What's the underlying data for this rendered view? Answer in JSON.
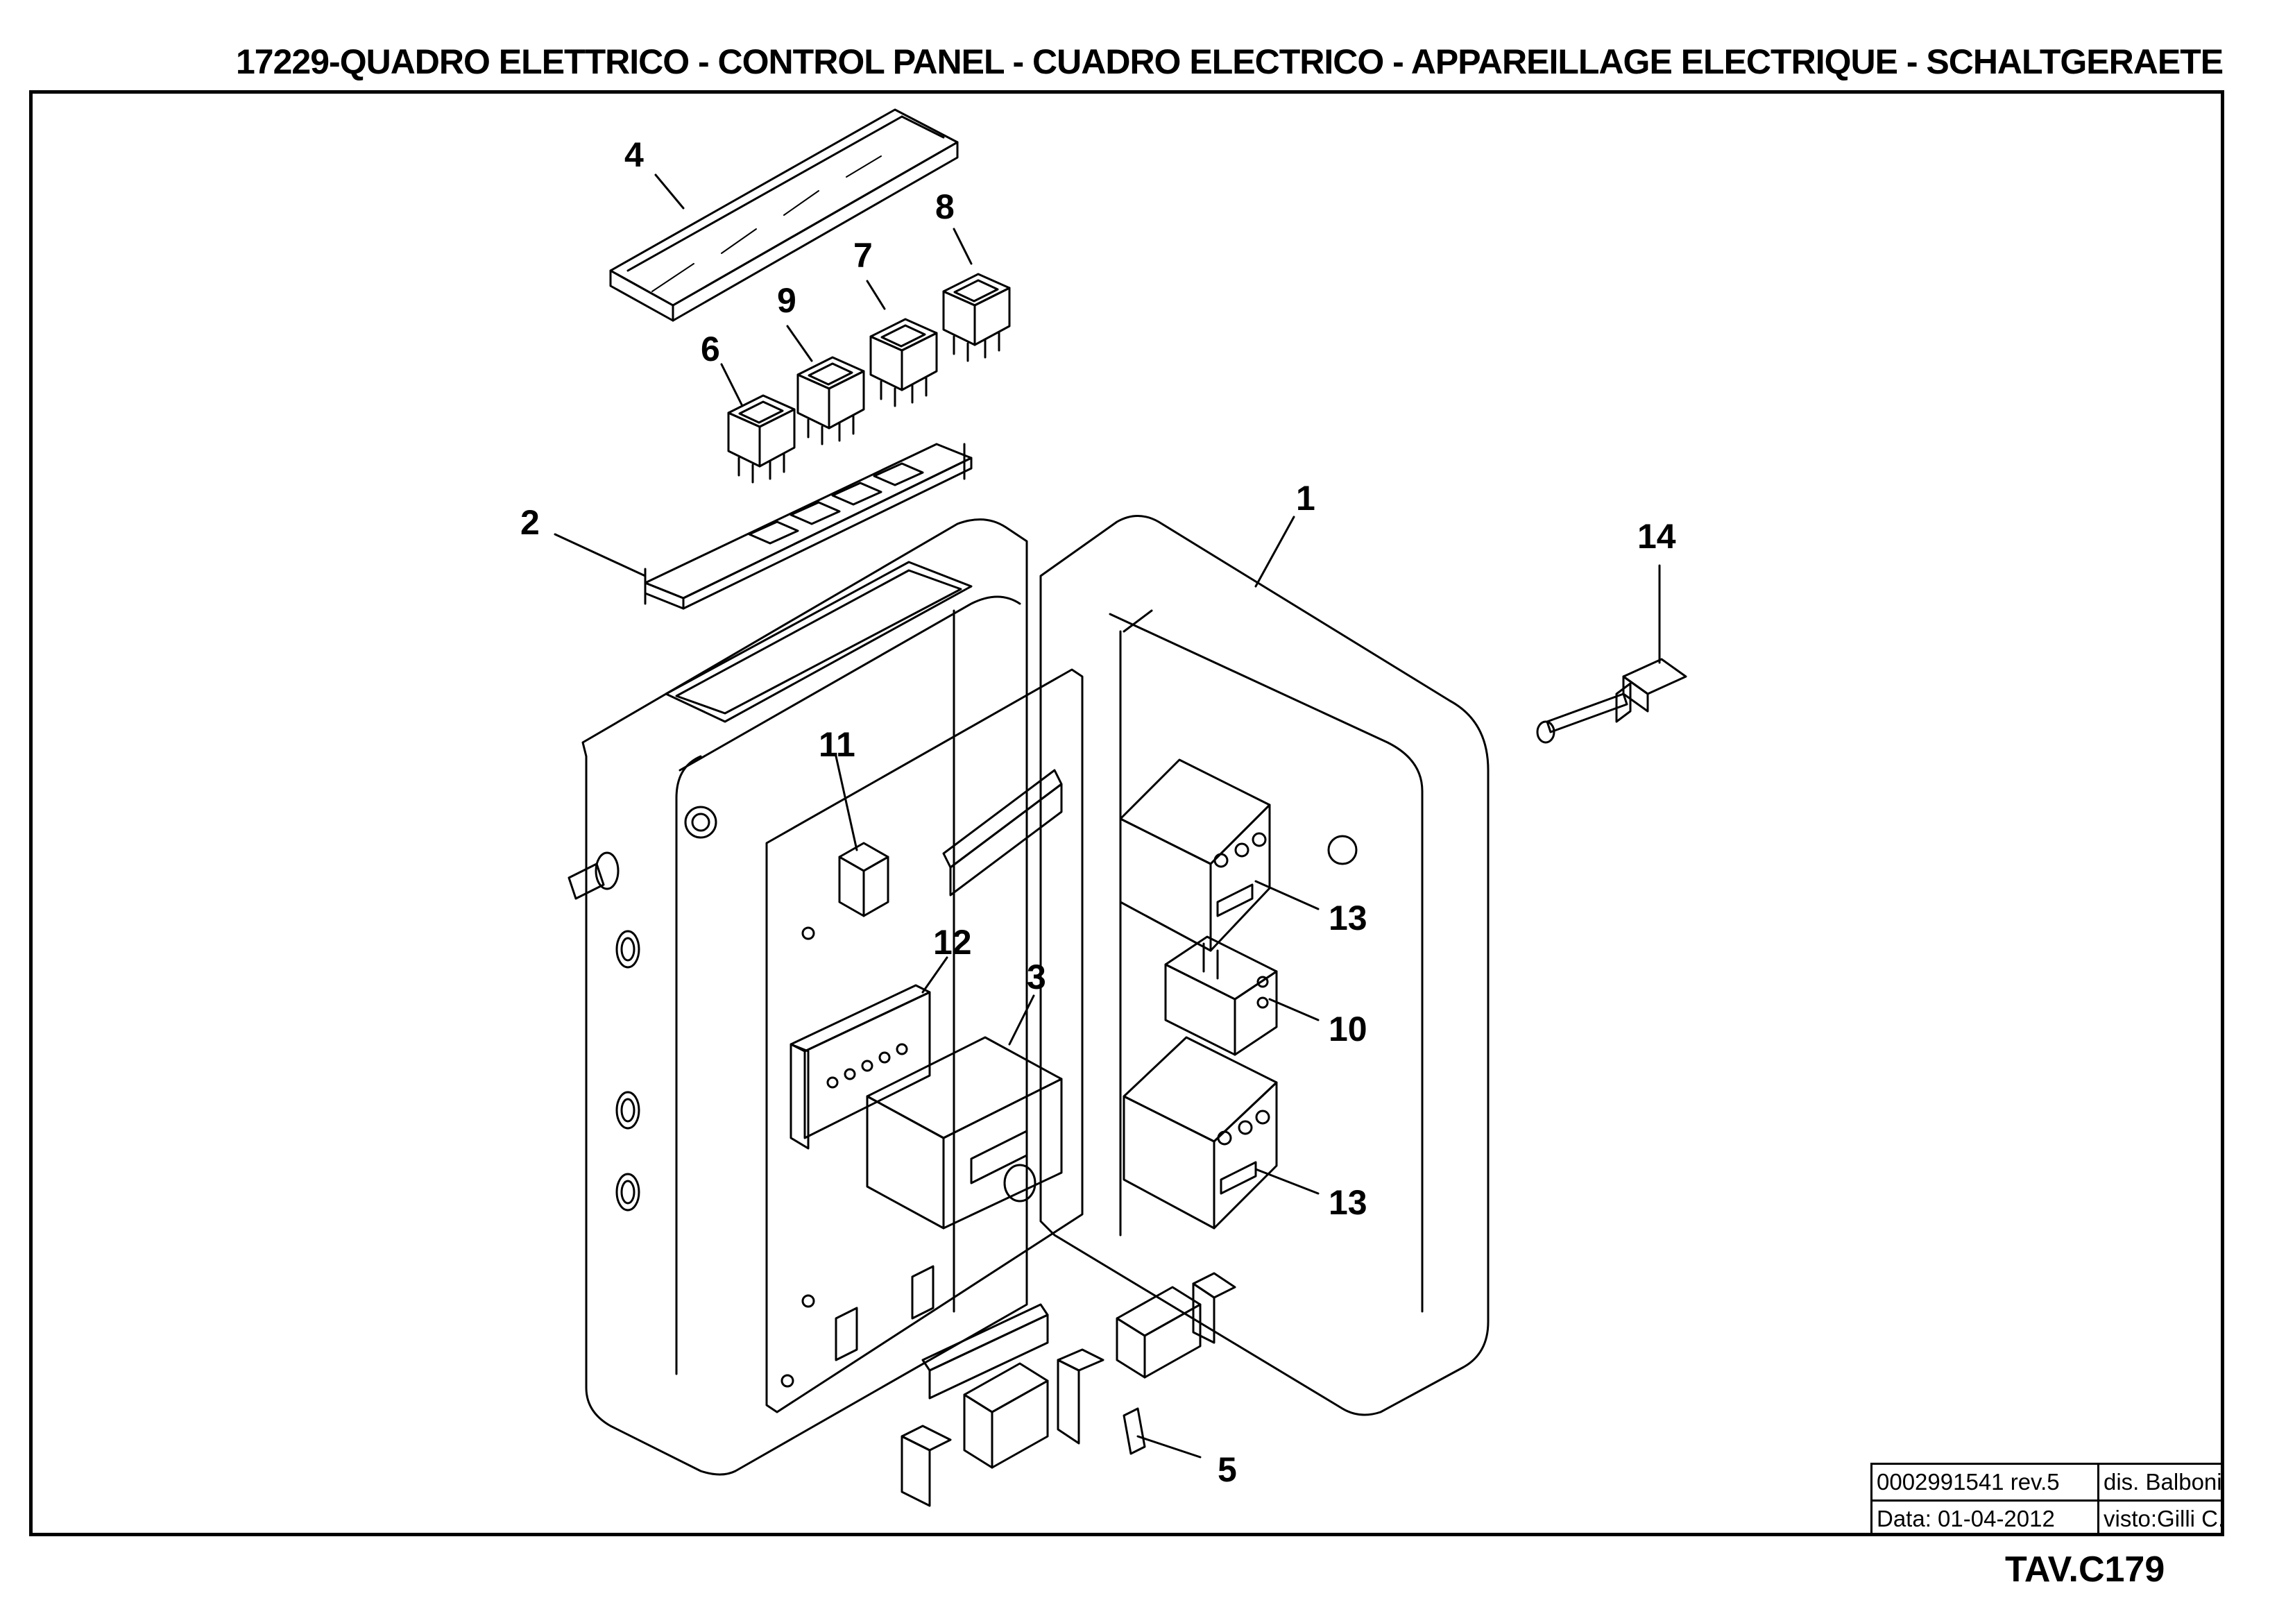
{
  "title": "17229-QUADRO ELETTRICO - CONTROL PANEL - CUADRO ELECTRICO - APPAREILLAGE ELECTRIQUE - SCHALTGERAETE",
  "callouts": {
    "c1": "1",
    "c2": "2",
    "c3": "3",
    "c4": "4",
    "c5": "5",
    "c6": "6",
    "c7": "7",
    "c8": "8",
    "c9": "9",
    "c10": "10",
    "c11": "11",
    "c12": "12",
    "c13a": "13",
    "c13b": "13",
    "c14": "14"
  },
  "title_block": {
    "drawing_number": "0002991541 rev.5",
    "drawn_by": "dis. Balboni",
    "date": "Data:  01-04-2012",
    "checked_by": "visto:Gilli C."
  },
  "sheet_id": "TAV.C179"
}
